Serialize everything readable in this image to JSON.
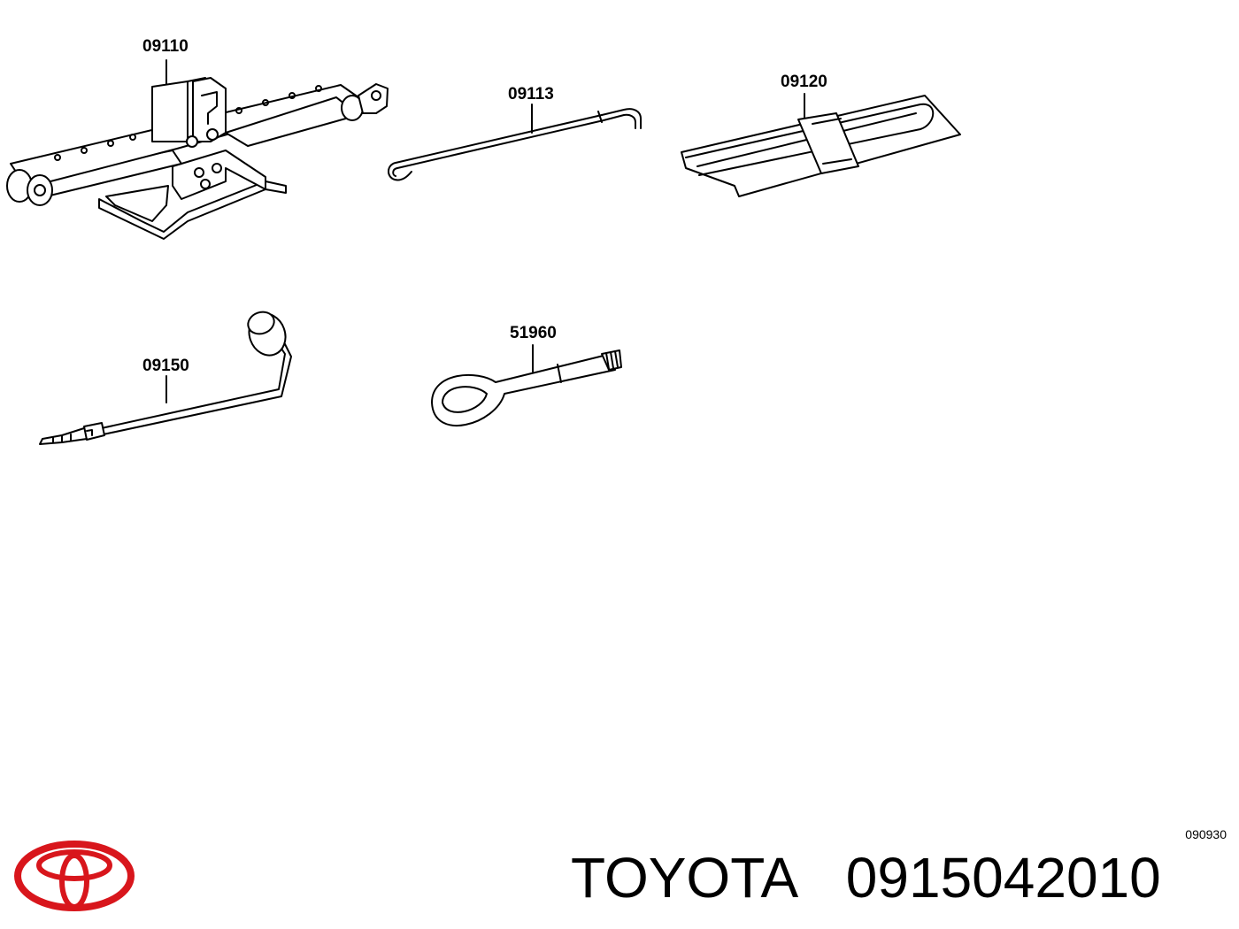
{
  "parts": [
    {
      "id": "jack",
      "label": "09110"
    },
    {
      "id": "jack-handle",
      "label": "09113"
    },
    {
      "id": "tool-bag",
      "label": "09120"
    },
    {
      "id": "wheel-wrench",
      "label": "09150"
    },
    {
      "id": "towing-eye",
      "label": "51960"
    }
  ],
  "diagram_code": "090930",
  "brand": {
    "name": "TOYOTA",
    "part_number": "0915042010",
    "logo_color": "#d8161c"
  }
}
